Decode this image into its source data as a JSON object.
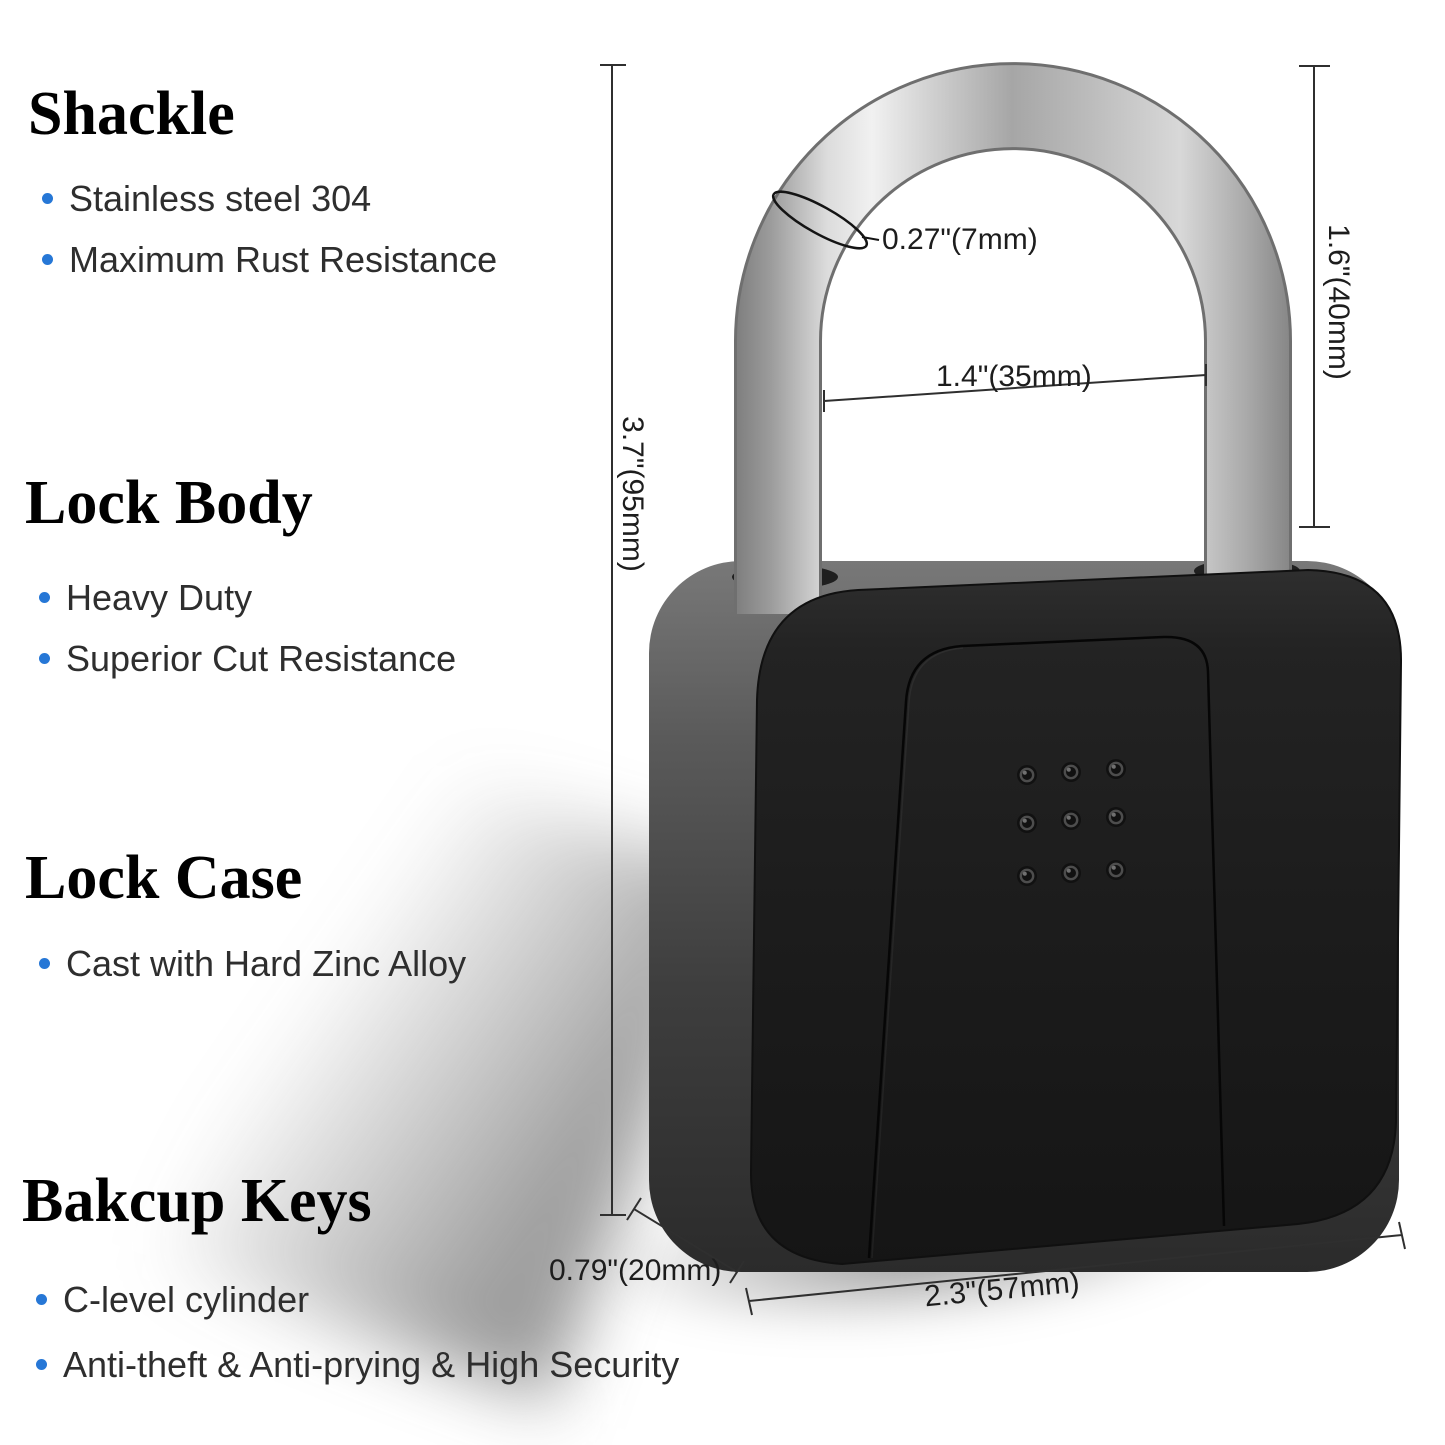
{
  "sections": [
    {
      "heading": "Shackle",
      "bullets": [
        "Stainless steel 304",
        "Maximum Rust Resistance"
      ]
    },
    {
      "heading": "Lock Body",
      "bullets": [
        "Heavy Duty",
        "Superior Cut Resistance"
      ]
    },
    {
      "heading": "Lock Case",
      "bullets": [
        "Cast with Hard Zinc Alloy"
      ]
    },
    {
      "heading": "Bakcup Keys",
      "bullets": [
        "C-level cylinder",
        "Anti-theft & Anti-prying & High Security"
      ]
    }
  ],
  "dimensions": {
    "shackle_diameter": "0.27\"(7mm)",
    "shackle_inner_width": "1.4\"(35mm)",
    "shackle_height": "1.6\"(40mm)",
    "total_height": "3.7\"(95mm)",
    "body_depth": "0.79\"(20mm)",
    "body_width": "2.3\"(57mm)"
  },
  "lock": {
    "keypad": {
      "rows": 3,
      "cols": 3
    }
  },
  "colors": {
    "bullet_dot": "#2677d6",
    "body_front": "#1c1c1c",
    "body_side": "#4a4a4a",
    "shackle_silver": "#c9c9c9",
    "dimension_line": "#2f2f2f"
  }
}
